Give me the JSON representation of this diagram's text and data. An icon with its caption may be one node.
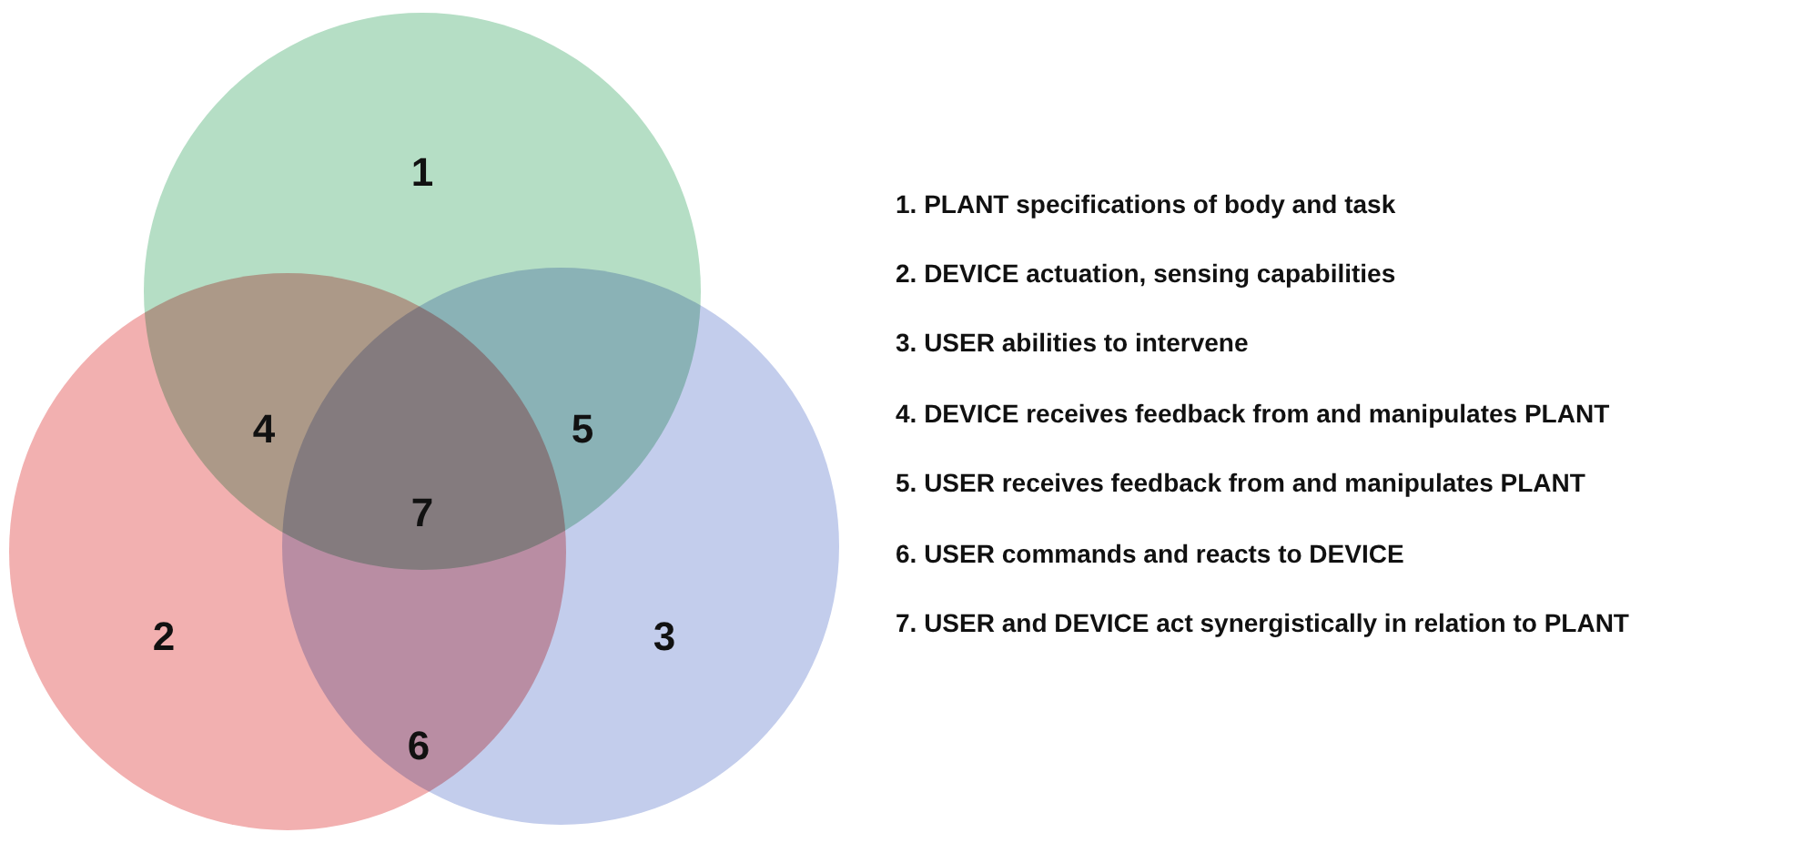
{
  "diagram": {
    "nodes": [
      {
        "text": [
          "1"
        ]
      },
      {
        "text": [
          "2"
        ]
      },
      {
        "text": [
          "3"
        ]
      }
    ],
    "labels": [
      "4",
      "5",
      "7",
      "6",
      "1. PLANT specifications of body and task",
      "2. DEVICE actuation, sensing capabilities",
      "3. USER abilities to intervene",
      "4. DEVICE receives feedback from and manipulates PLANT",
      "5. USER receives feedback from and manipulates PLANT",
      "6. USER commands and reacts to DEVICE",
      "7. USER and DEVICE act synergistically in relation to PLANT"
    ]
  }
}
